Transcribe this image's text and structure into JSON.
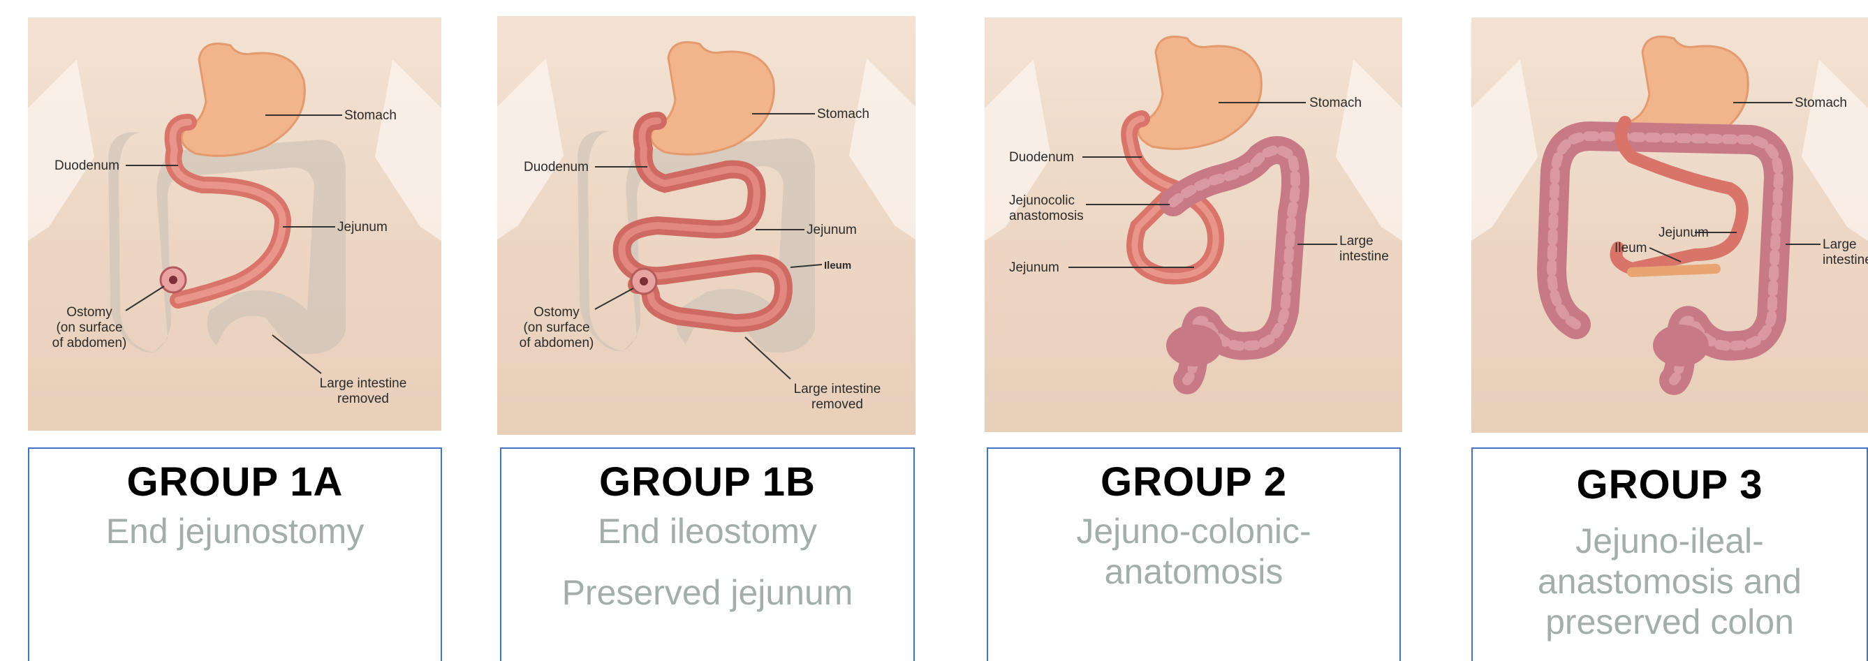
{
  "panels": [
    {
      "title": "GROUP 1A",
      "lines": [
        "End jejunostomy"
      ],
      "labels": {
        "stomach": "Stomach",
        "duodenum": "Duodenum",
        "jejunum": "Jejunum",
        "ostomy": [
          "Ostomy",
          "(on surface",
          "of abdomen)"
        ],
        "large_intestine": [
          "Large intestine",
          "removed"
        ]
      }
    },
    {
      "title": "GROUP 1B",
      "lines": [
        "End ileostomy",
        "Preserved jejunum"
      ],
      "labels": {
        "stomach": "Stomach",
        "duodenum": "Duodenum",
        "jejunum": "Jejunum",
        "ileum": "Ileum",
        "ostomy": [
          "Ostomy",
          "(on surface",
          "of abdomen)"
        ],
        "large_intestine": [
          "Large intestine",
          "removed"
        ]
      }
    },
    {
      "title": "GROUP 2",
      "lines": [
        "Jejuno-colonic-",
        "anatomosis"
      ],
      "labels": {
        "stomach": "Stomach",
        "duodenum": "Duodenum",
        "anastomosis": [
          "Jejunocolic",
          "anastomosis"
        ],
        "jejunum": "Jejunum",
        "large_intestine": [
          "Large",
          "intestine"
        ]
      }
    },
    {
      "title": "GROUP 3",
      "lines": [
        "Jejuno-ileal-",
        "anastomosis and",
        "preserved colon"
      ],
      "labels": {
        "stomach": "Stomach",
        "jejunum": "Jejunum",
        "ileum": "Ileum",
        "large_intestine": [
          "Large",
          "intestine"
        ]
      }
    }
  ],
  "colors": {
    "card_border": "#4472c4",
    "subtitle_text": "#a3aeaa",
    "stomach": "#f2b48a",
    "intestine": "#e07f72",
    "colon": "#c77a86",
    "shadow": "#c9c1b8"
  }
}
